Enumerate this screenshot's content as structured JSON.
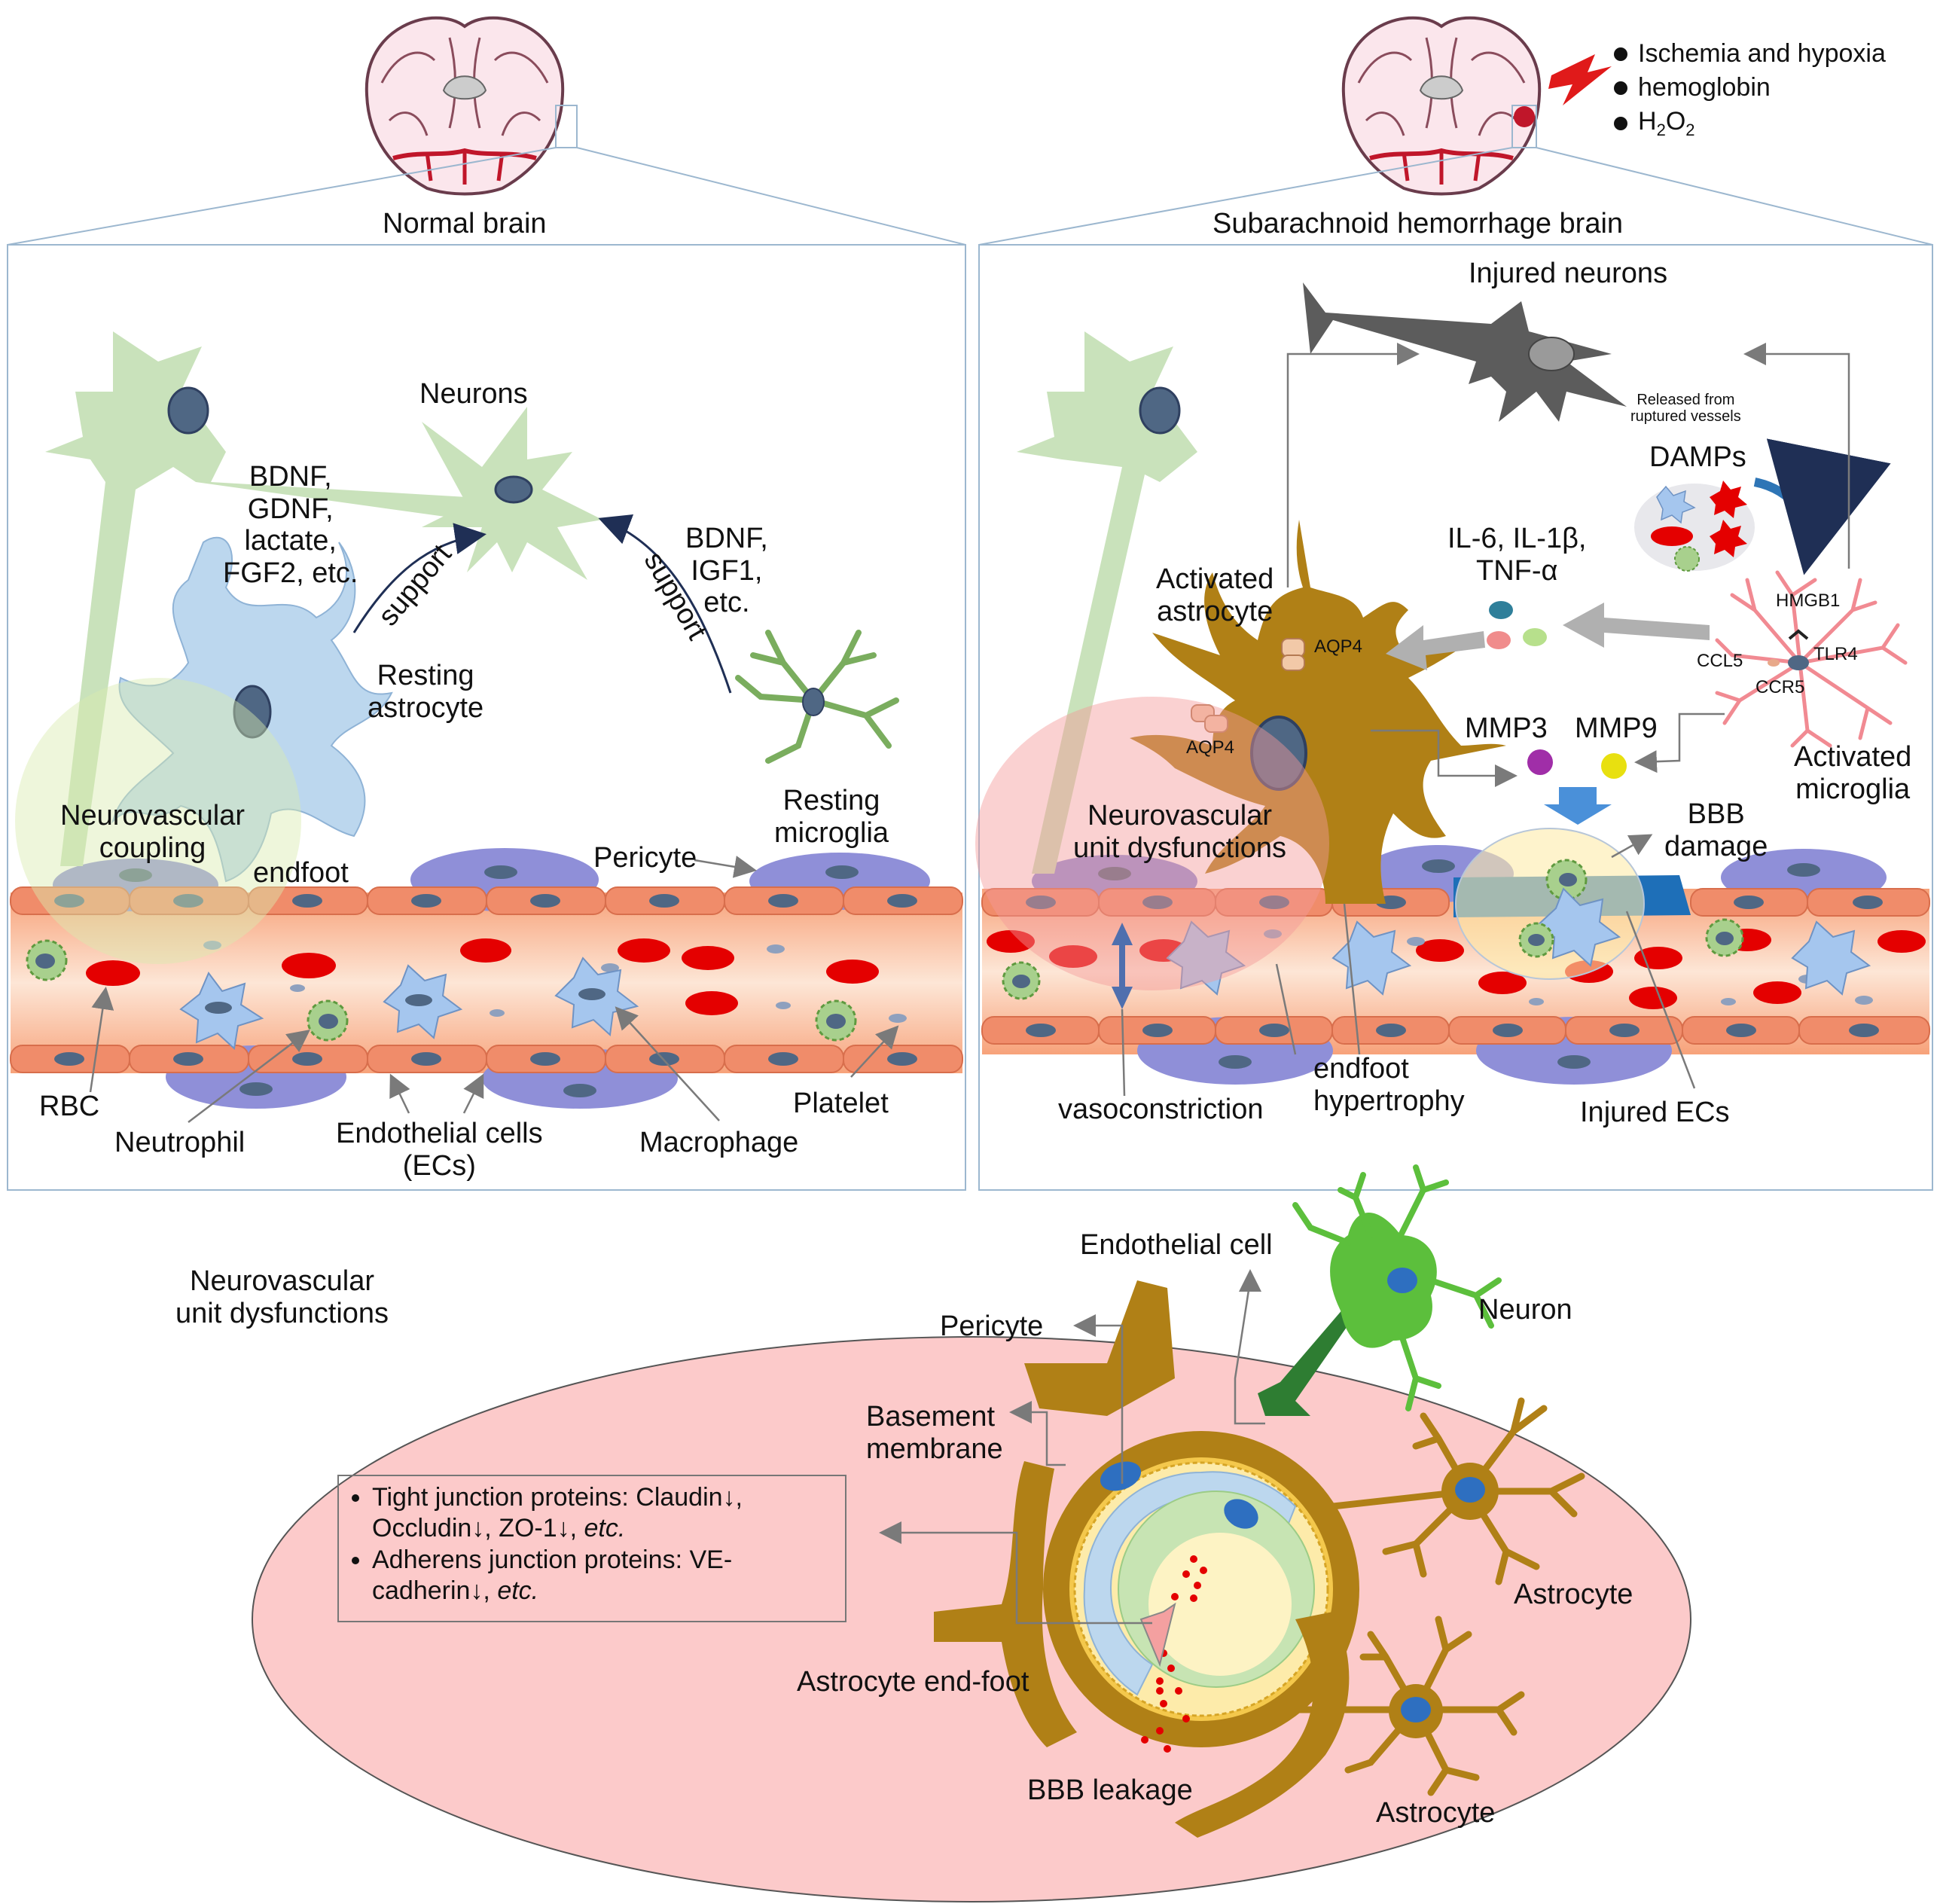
{
  "legend": {
    "items": [
      "Ischemia and hypoxia",
      "hemoglobin",
      "H2O2"
    ],
    "h2o2": {
      "main": "H",
      "sub1": "2",
      "mid": "O",
      "sub2": "2"
    }
  },
  "colors": {
    "neuron_green": "#c9e2bb",
    "astro_blue": "#bcd7ee",
    "astro_gold": "#b08016",
    "vessel": "#f5b08d",
    "ec": "#f08c6a",
    "pericyte": "#8f8fd8",
    "rbc": "#e40000",
    "nucleus": "#4f6784",
    "nvu_bg": "#fccaca",
    "panel_border": "#9cb7cf"
  },
  "left_panel": {
    "title": "Normal brain",
    "neurons": "Neurons",
    "factors_astro": [
      "BDNF,",
      "GDNF,",
      "lactate,",
      "FGF2, etc."
    ],
    "factors_micro": [
      "BDNF,",
      "IGF1,",
      "etc."
    ],
    "support": "support",
    "resting_astrocyte": [
      "Resting",
      "astrocyte"
    ],
    "resting_microglia": [
      "Resting",
      "microglia"
    ],
    "neurovascular_coupling": [
      "Neurovascular",
      "coupling"
    ],
    "endfoot": "endfoot",
    "pericyte": "Pericyte",
    "rbc": "RBC",
    "neutrophil": "Neutrophil",
    "endothelial_cells": [
      "Endothelial cells",
      "(ECs)"
    ],
    "macrophage": "Macrophage",
    "platelet": "Platelet"
  },
  "right_panel": {
    "title": "Subarachnoid hemorrhage brain",
    "injured_neurons": "Injured neurons",
    "released": [
      "Released from",
      "ruptured vessels"
    ],
    "damps": "DAMPs",
    "cytokines": [
      "IL-6, IL-1β,",
      "TNF-α"
    ],
    "activated_astrocyte": [
      "Activated",
      "astrocyte"
    ],
    "aqp4": "AQP4",
    "hmgb1": "HMGB1",
    "tlr4": "TLR4",
    "ccl5": "CCL5",
    "ccr5": "CCR5",
    "activated_microglia": [
      "Activated",
      "microglia"
    ],
    "mmp3": "MMP3",
    "mmp9": "MMP9",
    "bbb_damage": [
      "BBB",
      "damage"
    ],
    "nvu_dysfunctions": [
      "Neurovascular",
      "unit dysfunctions"
    ],
    "vasoconstriction": "vasoconstriction",
    "endfoot_hypertrophy": [
      "endfoot",
      "hypertrophy"
    ],
    "injured_ecs": "Injured ECs"
  },
  "bottom_panel": {
    "title": [
      "Neurovascular",
      "unit dysfunctions"
    ],
    "endothelial_cell": "Endothelial cell",
    "neuron": "Neuron",
    "pericyte": "Pericyte",
    "basement_membrane": [
      "Basement",
      "membrane"
    ],
    "astrocyte_1": "Astrocyte",
    "astrocyte_2": "Astrocyte",
    "astrocyte_endfoot": "Astrocyte end-foot",
    "bbb_leakage": "BBB leakage",
    "box": {
      "line1_a": "Tight junction proteins: Claudin↓,",
      "line1_b": "Occludin↓, ZO-1↓, ",
      "line1_etc": "etc.",
      "line2_a": "Adherens junction proteins: VE-",
      "line2_b": "cadherin↓, ",
      "line2_etc": "etc."
    }
  }
}
